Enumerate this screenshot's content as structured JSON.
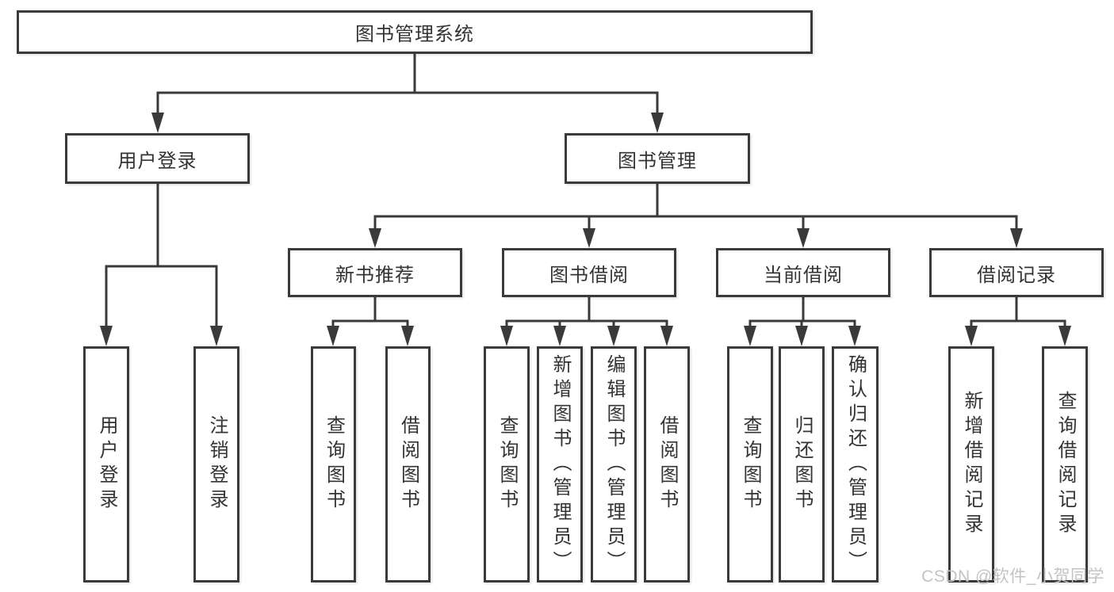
{
  "tree": {
    "root": "图书管理系统",
    "branches": [
      {
        "label": "用户登录",
        "children": [
          "用户登录",
          "注销登录"
        ]
      },
      {
        "label": "图书管理",
        "sections": [
          {
            "label": "新书推荐",
            "children": [
              "查询图书",
              "借阅图书"
            ]
          },
          {
            "label": "图书借阅",
            "children": [
              "查询图书",
              "新增图书（管理员）",
              "编辑图书（管理员）",
              "借阅图书"
            ]
          },
          {
            "label": "当前借阅",
            "children": [
              "查询图书",
              "归还图书",
              "确认归还（管理员）"
            ]
          },
          {
            "label": "借阅记录",
            "children": [
              "新增借阅记录",
              "查询借阅记录"
            ]
          }
        ]
      }
    ]
  },
  "watermark": "CSDN @软件_小贺同学",
  "colors": {
    "line": "#3a3a3a",
    "text": "#333333",
    "watermark_text": "#c3c3c3",
    "background": "#ffffff"
  }
}
